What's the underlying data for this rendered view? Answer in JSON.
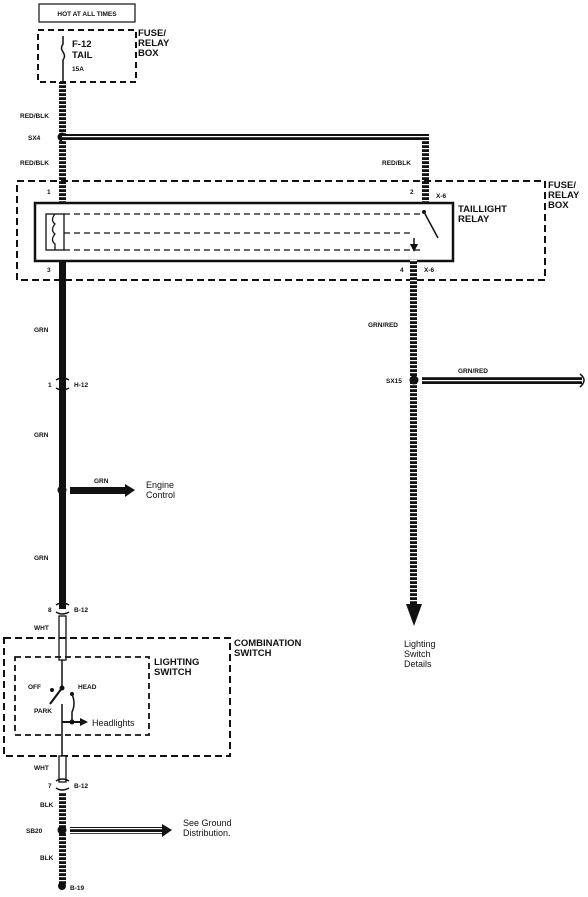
{
  "header": {
    "note": "HOT AT ALL TIMES"
  },
  "fuse": {
    "id": "F-12",
    "name": "TAIL",
    "rating": "15A"
  },
  "fuse_box_title": "FUSE/\nRELAY\nBOX",
  "relay_box_title": "FUSE/\nRELAY\nBOX",
  "relay_title": "TAILLIGHT\nRELAY",
  "combo_title": "COMBINATION\nSWITCH",
  "lighting_title": "LIGHTING\nSWITCH",
  "wires": {
    "red_blk_top": "RED/BLK",
    "red_blk_left": "RED/BLK",
    "red_blk_right": "RED/BLK",
    "grn_1": "GRN",
    "grn_2": "GRN",
    "grn_3": "GRN",
    "grn_engine": "GRN",
    "grn_red_1": "GRN/RED",
    "grn_red_2": "GRN/RED",
    "wht_1": "WHT",
    "wht_2": "WHT",
    "blk_1": "BLK",
    "blk_2": "BLK"
  },
  "splices": {
    "sx4": "SX4",
    "sx15": "SX15",
    "sb20": "SB20"
  },
  "pins": {
    "relay_1": "1",
    "relay_2": "2",
    "relay_3": "3",
    "relay_4": "4",
    "x6_top": "X-6",
    "x6_bot": "X-6",
    "h12_pin": "1",
    "h12": "H-12",
    "b12_top_pin": "8",
    "b12_top": "B-12",
    "b12_bot_pin": "7",
    "b12_bot": "B-12",
    "g19": "B-19"
  },
  "switch_positions": {
    "off": "OFF",
    "head": "HEAD",
    "park": "PARK"
  },
  "destinations": {
    "engine": "Engine\nControl",
    "headlights": "Headlights",
    "lighting_details": "Lighting\nSwitch\nDetails",
    "ground": "See Ground\nDistribution."
  }
}
